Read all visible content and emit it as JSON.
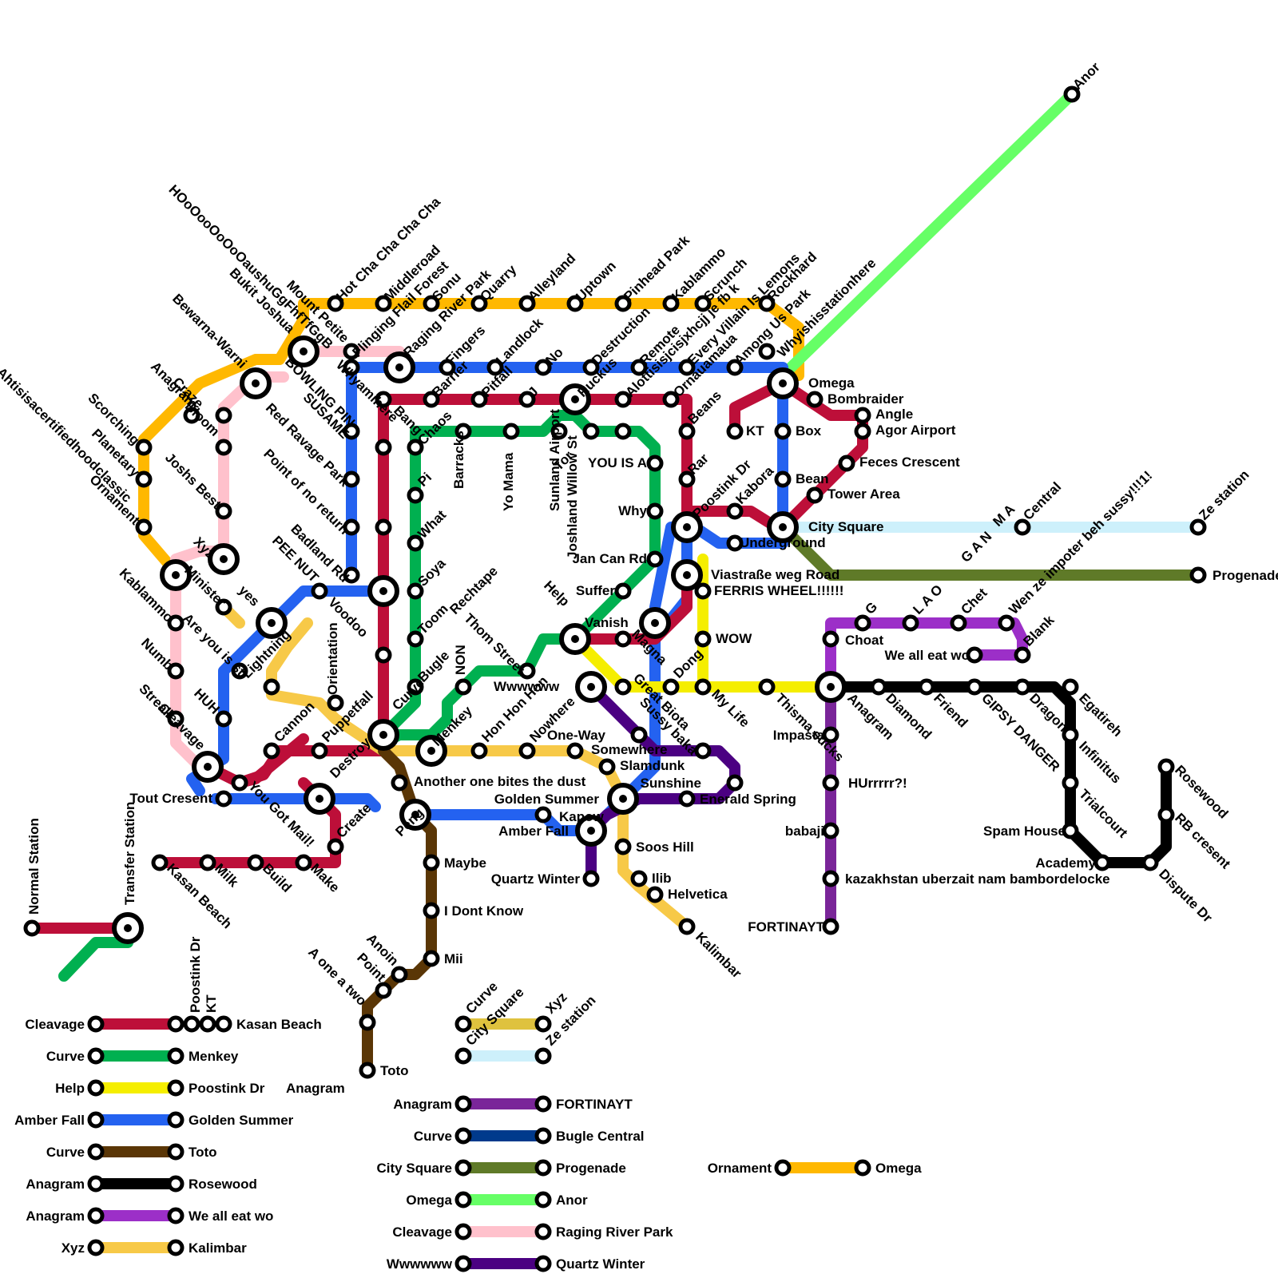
{
  "lines": [
    {
      "id": "cleavage-kt",
      "color": "#bd0f39",
      "from": "Cleavage",
      "to": "KT"
    },
    {
      "id": "curve-menkey",
      "color": "#00b050",
      "from": "Curve",
      "to": "Menkey"
    },
    {
      "id": "help-poostink",
      "color": "#f5ee00",
      "from": "Help",
      "to": "Poostink Dr"
    },
    {
      "id": "amberfall-goldensummer",
      "color": "#2462f0",
      "from": "Amber Fall",
      "to": "Golden Summer"
    },
    {
      "id": "curve-toto",
      "color": "#5a3606",
      "from": "Curve",
      "to": "Toto"
    },
    {
      "id": "anagram-rosewood",
      "color": "#000000",
      "from": "Anagram",
      "to": "Rosewood"
    },
    {
      "id": "anagram-weallatwo",
      "color": "#9c2fc8",
      "from": "Anagram",
      "to": "We all eat wo"
    },
    {
      "id": "xyz-kalimbar",
      "color": "#f7c948",
      "from": "Xyz",
      "to": "Kalimbar"
    },
    {
      "id": "curve-xyz",
      "color": "#dfc23e",
      "from": "Curve",
      "to": "Xyz"
    },
    {
      "id": "citysquare-ze",
      "color": "#cdf0fb",
      "from": "City Square",
      "to": "Ze station"
    },
    {
      "id": "anagram-fortinayt",
      "color": "#7a2599",
      "from": "Anagram",
      "to": "FORTINAYT"
    },
    {
      "id": "curve-buglecentral",
      "color": "#003a8c",
      "from": "Curve",
      "to": "Bugle Central"
    },
    {
      "id": "citysquare-progenade",
      "color": "#5f7a28",
      "from": "City Square",
      "to": "Progenade"
    },
    {
      "id": "omega-anor",
      "color": "#66ff66",
      "from": "Omega",
      "to": "Anor"
    },
    {
      "id": "cleavage-ragingriverpark",
      "color": "#ffc1cc",
      "from": "Cleavage",
      "to": "Raging River Park"
    },
    {
      "id": "wwwwww-quartzwinter",
      "color": "#4b0082",
      "from": "Wwwwww",
      "to": "Quartz Winter"
    },
    {
      "id": "ornament-omega",
      "color": "#ffb800",
      "from": "Ornament",
      "to": "Omega"
    }
  ],
  "map_text": {
    "normal_station": "Normal Station",
    "transfer_station": "Transfer Station",
    "main_labels": [
      "Hot Cha Cha Cha Cha",
      "Middleroad",
      "Flinging Flail Forest",
      "Sonu",
      "Raging River Park",
      "Quarry",
      "Alleyland",
      "Uptown",
      "Pinhead Park",
      "Kablammo",
      "Scrunch",
      "Rockhard",
      "Whyishisstationhere",
      "Anor",
      "Mount Petite",
      "Bukit Joshua",
      "Bewarna-Warni",
      "HOoOooOoOoOaushuGgFhfTfGgB",
      "BOWLING PIN",
      "Whyamihere",
      "Fingers",
      "Landlock",
      "No",
      "Destruction",
      "Remote",
      "Every Villain Is Lemons",
      "Among Us Park",
      "Barrier",
      "Pitfall",
      "J",
      "Ruckus",
      "Alottisisjcisjxhcjj je fb k",
      "Ornauamaua",
      "Omega",
      "Bombraider",
      "Angle",
      "Agor Airport",
      "Feces Crescent",
      "Tower Area",
      "KT",
      "Box",
      "Bean",
      "Kabora",
      "Poostink Dr",
      "City Square",
      "Underground",
      "Central",
      "Ze station",
      "Progenade",
      "Viastraße weg Road",
      "FERRIS WHEEL!!!!!!",
      "WOW",
      "Beans",
      "Rar",
      "Craze",
      "Anagram",
      "Bloom",
      "Scorching",
      "Planetary",
      "Joshs Best",
      "Ornament",
      "Xyz",
      "Ahtisisacertifiedhoodclassic",
      "SUSAME",
      "Red Ravage Park",
      "Point of no return",
      "Badland Rd",
      "PEE NUT",
      "Minister",
      "yes",
      "Kablammo",
      "Are you is st",
      "Lightning",
      "Voodoo",
      "Orientation",
      "Numb",
      "Streak",
      "HUH",
      "Cleavage",
      "Cannon",
      "Puppetfall",
      "Tout Cresent",
      "You Got Mail!",
      "Destroy",
      "Create",
      "Kasan Beach",
      "Milk",
      "Build",
      "Make",
      "Bang",
      "Chaos",
      "Barracks",
      "Yo Mama",
      "Sunland Airport",
      "Joshland Willow St",
      "Tor",
      "YOU IS A",
      "Why",
      "Jan Can Rd",
      "Suffer",
      "Vanish",
      "Help",
      "Pi",
      "What",
      "Soya",
      "Toom",
      "Rechtape",
      "Thom Street",
      "NON",
      "Bugle",
      "Curve",
      "Menkey",
      "Wwwwww",
      "Hon Hon Hon",
      "Nowhere",
      "One-Way",
      "Somewhere",
      "Slamdunk",
      "Sunshine",
      "Enerald Spring",
      "Magna",
      "Dong",
      "My Life",
      "Great Biota",
      "Sussy baka",
      "Another one bites the dust",
      "Golden Summer",
      "Kapow",
      "Amber Fall",
      "Quartz Winter",
      "Soos Hill",
      "Ilib",
      "Helvetica",
      "Kalimbar",
      "Peng",
      "Maybe",
      "I Dont Know",
      "Mii",
      "Anoin",
      "Point",
      "A one a two",
      "Toto",
      "Choat",
      "G",
      "L A O",
      "G A N",
      "M A",
      "Chet",
      "Wen ze impoter beh sussy!!!1!",
      "Blank",
      "We all eat wo",
      "Anagram",
      "Diamond",
      "Friend",
      "GIPSY DANGER",
      "Dragon",
      "Egatireh",
      "Infinitus",
      "Trialcourt",
      "Spam House",
      "Academy",
      "Rosewood",
      "RB cresent",
      "Dispute Dr",
      "Impasta",
      "HUrrrrr?!",
      "babaji",
      "kazakhstan uberzait nam bambordelocke",
      "FORTINAYT",
      "Thisma sucks"
    ]
  },
  "legend": {
    "key_rows": [
      {
        "line": "cleavage-kt",
        "from": "Cleavage",
        "mid": [
          "Poostink Dr",
          "KT"
        ],
        "to": "Kasan Beach"
      },
      {
        "line": "curve-menkey",
        "from": "Curve",
        "to": "Menkey"
      },
      {
        "line": "help-poostink",
        "from": "Help",
        "to": "Poostink Dr",
        "extra": "Anagram"
      },
      {
        "line": "amberfall-goldensummer",
        "from": "Amber Fall",
        "to": "Golden Summer"
      },
      {
        "line": "curve-toto",
        "from": "Curve",
        "to": "Toto"
      },
      {
        "line": "anagram-rosewood",
        "from": "Anagram",
        "to": "Rosewood"
      },
      {
        "line": "anagram-weallatwo",
        "from": "Anagram",
        "to": "We all eat wo"
      },
      {
        "line": "xyz-kalimbar",
        "from": "Xyz",
        "to": "Kalimbar"
      },
      {
        "line": "curve-xyz",
        "from": "Curve",
        "to": "Xyz"
      },
      {
        "line": "citysquare-ze",
        "from": "City Square",
        "to": "Ze station"
      },
      {
        "line": "anagram-fortinayt",
        "from": "Anagram",
        "to": "FORTINAYT"
      },
      {
        "line": "curve-buglecentral",
        "from": "Curve",
        "to": "Bugle Central"
      },
      {
        "line": "citysquare-progenade",
        "from": "City Square",
        "to": "Progenade"
      },
      {
        "line": "omega-anor",
        "from": "Omega",
        "to": "Anor"
      },
      {
        "line": "cleavage-ragingriverpark",
        "from": "Cleavage",
        "to": "Raging River Park"
      },
      {
        "line": "wwwwww-quartzwinter",
        "from": "Wwwwww",
        "to": "Quartz Winter"
      },
      {
        "line": "ornament-omega",
        "from": "Ornament",
        "to": "Omega"
      }
    ]
  }
}
